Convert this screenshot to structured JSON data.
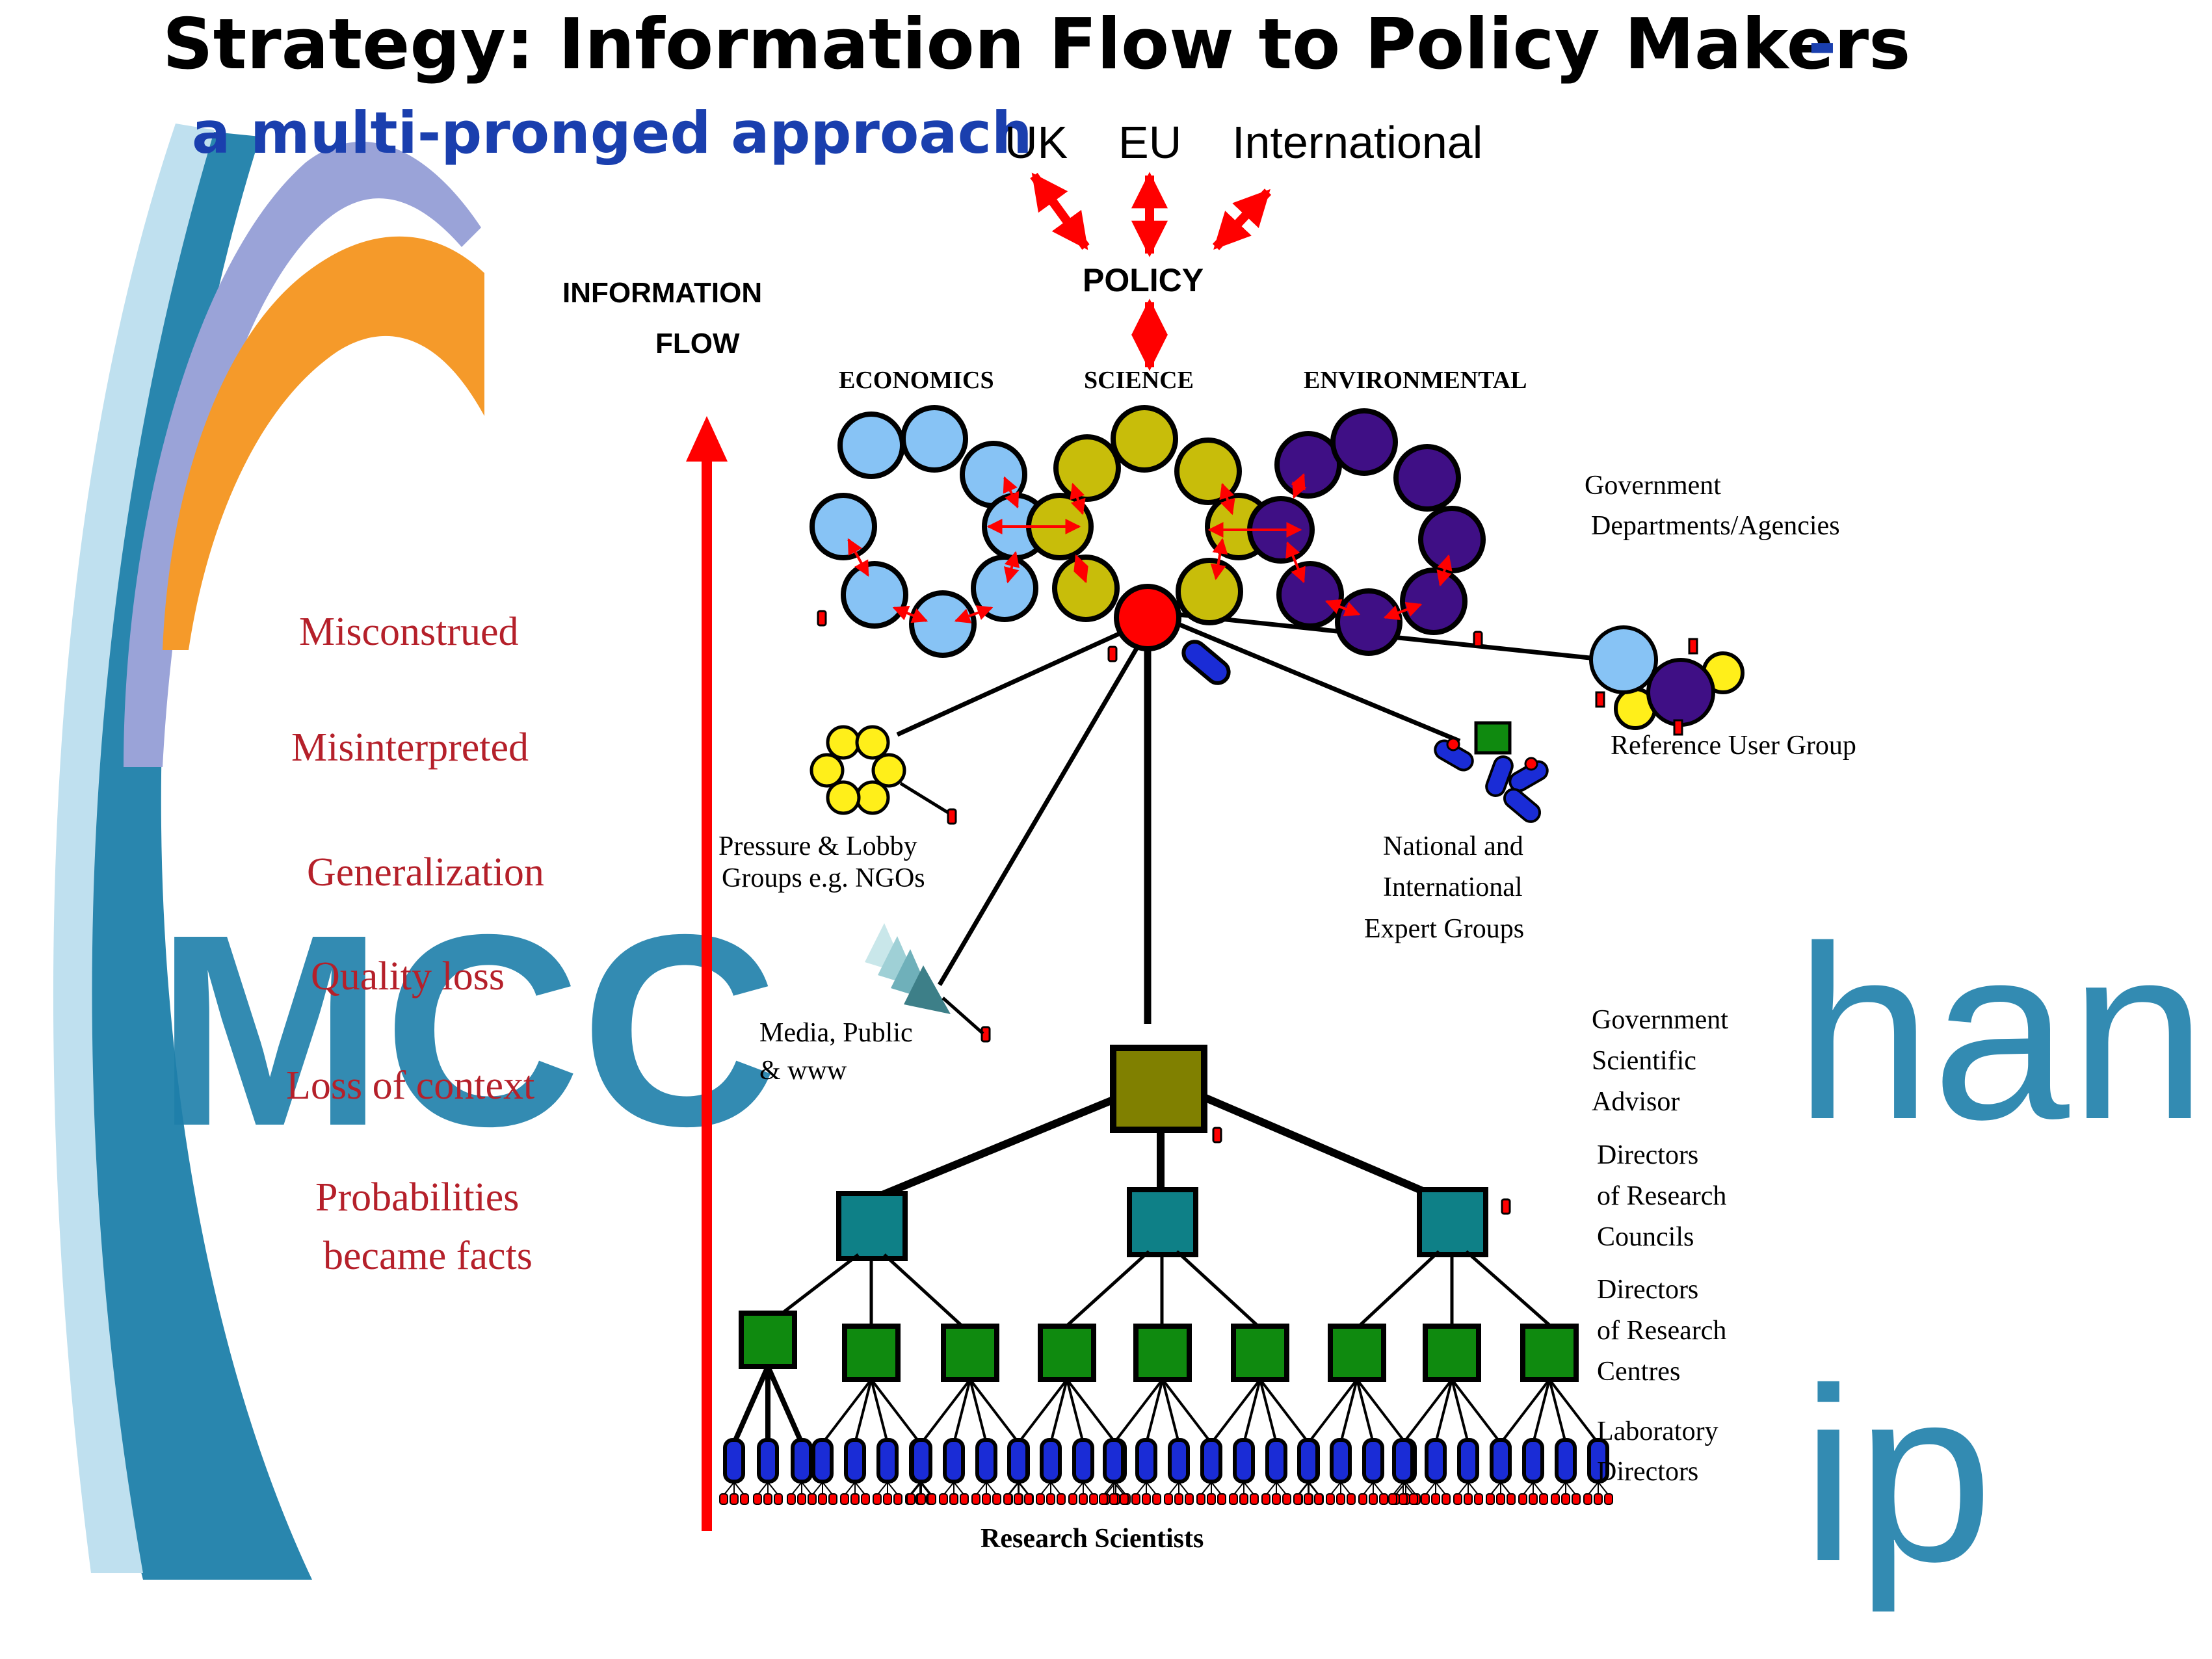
{
  "title": {
    "line1": "Strategy: Information Flow to Policy Makers",
    "dash": "-",
    "line2": "a multi-pronged approach"
  },
  "logo": {
    "left_letters": "MCC",
    "right_letters_top": "hange",
    "right_letters_bottom": "ip"
  },
  "top_targets": {
    "uk": "UK",
    "eu": "EU",
    "international": "International"
  },
  "policy_label": "POLICY",
  "info_flow": {
    "line1": "INFORMATION",
    "line2": "FLOW"
  },
  "domains": {
    "economics": "ECONOMICS",
    "science": "SCIENCE",
    "environmental": "ENVIRONMENTAL"
  },
  "right_labels": {
    "gov_departments_1": "Government",
    "gov_departments_2": "Departments/Agencies",
    "reference_user_group": "Reference User Group",
    "expert_1": "National and",
    "expert_2": "International",
    "expert_3": "Expert Groups",
    "advisor_1": "Government",
    "advisor_2": "Scientific",
    "advisor_3": "Advisor",
    "councils_1": "Directors",
    "councils_2": "of Research",
    "councils_3": "Councils",
    "centres_1": "Directors",
    "centres_2": "of Research",
    "centres_3": "Centres",
    "lab_1": "Laboratory",
    "lab_2": "Directors"
  },
  "left_labels": {
    "pressure_1": "Pressure & Lobby",
    "pressure_2": "Groups e.g. NGOs",
    "media_1": "Media, Public",
    "media_2": "& www"
  },
  "bottom_label": "Research Scientists",
  "distortions": [
    "Misconstrued",
    "Misinterpreted",
    "Generalization",
    "Quality loss",
    "Loss of context",
    "Probabilities",
    "became facts"
  ],
  "colors": {
    "economics": "#87c3f5",
    "science": "#c8bd0a",
    "environmental": "#3f0f85",
    "advisor": "#808000",
    "councils": "#0e8087",
    "centres": "#0f8a0f",
    "arrow": "#ff0000",
    "distortion_text": "#b5202a",
    "logo_teal": "#1e7faa",
    "logo_lavender": "#9aa3d8",
    "logo_orange": "#f59a2a",
    "subtitle_blue": "#1a3fae"
  }
}
